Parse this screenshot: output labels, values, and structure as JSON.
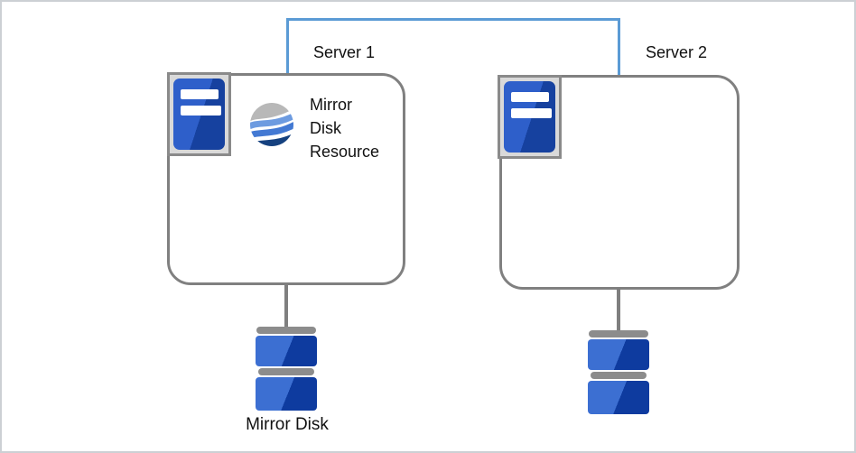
{
  "servers": [
    {
      "label": "Server 1",
      "resource_label_lines": [
        "Mirror",
        "Disk",
        "Resource"
      ],
      "disk_label": "Mirror Disk"
    },
    {
      "label": "Server 2"
    }
  ],
  "icons": {
    "server": "server-tower-icon (blue tower with two white slots in gray frame)",
    "resource": "wave-sphere-icon (gray and blue wavy bands in a circle)",
    "disk": "stacked-disks-icon (two blue disk bodies with gray platter bars)"
  },
  "colors": {
    "link_blue": "#5b9bd5",
    "box_border_gray": "#808080",
    "icon_frame_bg": "#d9d9d9",
    "icon_frame_border": "#8a8a8a",
    "tower_blue_light": "#2e5fca",
    "tower_blue_dark": "#16419f",
    "disk_blue_light": "#3c6fd2",
    "disk_blue_dark": "#0e3b9f",
    "disk_platter_gray": "#8c8c8c",
    "swirl_gray": "#b8b8b8",
    "swirl_blue_light": "#6d9be0",
    "swirl_blue_mid": "#4379d3",
    "swirl_navy": "#15417f",
    "canvas_border": "#ccd0d4"
  }
}
